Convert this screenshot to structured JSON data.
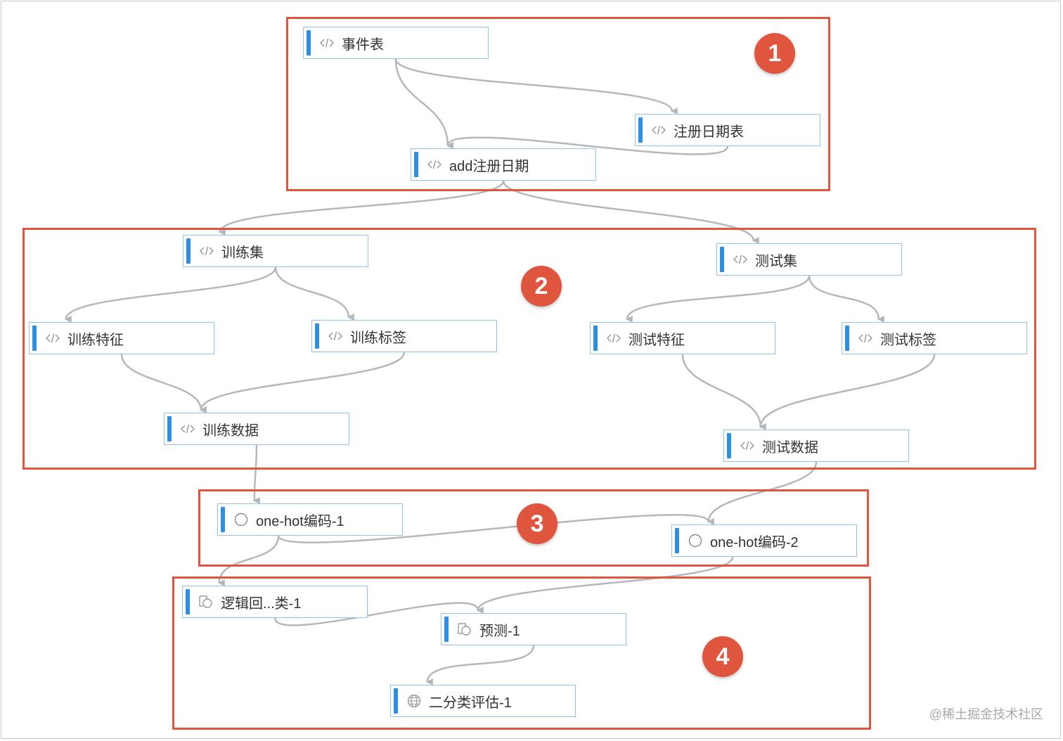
{
  "colors": {
    "group_border": "#e0553d",
    "badge_fill": "#e0553d",
    "node_border": "#8fc3ee",
    "node_accent_bar": "#2d8fe4",
    "edge": "#b4b8bc",
    "icon": "#9a9a9a"
  },
  "groups": [
    {
      "id": "g1",
      "badge": "1"
    },
    {
      "id": "g2",
      "badge": "2"
    },
    {
      "id": "g3",
      "badge": "3"
    },
    {
      "id": "g4",
      "badge": "4"
    }
  ],
  "nodes": {
    "event_table": {
      "label": "事件表",
      "icon": "code-icon"
    },
    "register_date_table": {
      "label": "注册日期表",
      "icon": "code-icon"
    },
    "add_register_date": {
      "label": "add注册日期",
      "icon": "code-icon"
    },
    "train_set": {
      "label": "训练集",
      "icon": "code-icon"
    },
    "test_set": {
      "label": "测试集",
      "icon": "code-icon"
    },
    "train_features": {
      "label": "训练特征",
      "icon": "code-icon"
    },
    "train_labels": {
      "label": "训练标签",
      "icon": "code-icon"
    },
    "test_features": {
      "label": "测试特征",
      "icon": "code-icon"
    },
    "test_labels": {
      "label": "测试标签",
      "icon": "code-icon"
    },
    "train_data": {
      "label": "训练数据",
      "icon": "code-icon"
    },
    "test_data": {
      "label": "测试数据",
      "icon": "code-icon"
    },
    "onehot_1": {
      "label": "one-hot编码-1",
      "icon": "circle-icon"
    },
    "onehot_2": {
      "label": "one-hot编码-2",
      "icon": "circle-icon"
    },
    "logistic": {
      "label": "逻辑回...类-1",
      "icon": "model-icon"
    },
    "predict": {
      "label": "预测-1",
      "icon": "model-icon"
    },
    "binary_eval": {
      "label": "二分类评估-1",
      "icon": "globe-icon"
    }
  },
  "edges": [
    [
      "event_table",
      "add_register_date"
    ],
    [
      "event_table",
      "register_date_table"
    ],
    [
      "register_date_table",
      "add_register_date"
    ],
    [
      "add_register_date",
      "train_set"
    ],
    [
      "add_register_date",
      "test_set"
    ],
    [
      "train_set",
      "train_features"
    ],
    [
      "train_set",
      "train_labels"
    ],
    [
      "test_set",
      "test_features"
    ],
    [
      "test_set",
      "test_labels"
    ],
    [
      "train_features",
      "train_data"
    ],
    [
      "train_labels",
      "train_data"
    ],
    [
      "test_features",
      "test_data"
    ],
    [
      "test_labels",
      "test_data"
    ],
    [
      "train_data",
      "onehot_1"
    ],
    [
      "test_data",
      "onehot_2"
    ],
    [
      "onehot_1",
      "logistic"
    ],
    [
      "onehot_1",
      "onehot_2"
    ],
    [
      "logistic",
      "predict"
    ],
    [
      "onehot_2",
      "predict"
    ],
    [
      "predict",
      "binary_eval"
    ]
  ],
  "watermark": "@稀土掘金技术社区"
}
